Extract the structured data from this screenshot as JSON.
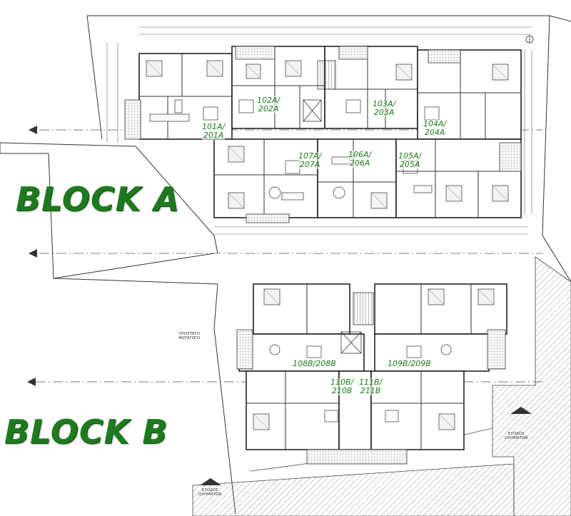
{
  "blocks": {
    "a_title": "BLOCK A",
    "b_title": "BLOCK B"
  },
  "units": {
    "u101": "101A/\n201A",
    "u102": "102A/\n202A",
    "u103": "103A/\n203A",
    "u104": "104A/\n204A",
    "u105": "105A/\n205A",
    "u106": "106A/\n206A",
    "u107": "107A/\n207A",
    "u108": "108B/208B",
    "u109": "109B/209B",
    "u110": "110B/\n210B",
    "u111": "111B/\n211B"
  },
  "notes": {
    "vehicle_exit_1": "ΕΞΟΔΟΣ\nΟΧΗΜΑΤΩΝ",
    "vehicle_exit_2": "ΕΞΟΔΟΣ\nΟΧΗΜΑΤΩΝ",
    "ground_slab": "ΥΠΟΣΤΕΓΟ\nΦΩΤΑΓΩΓΟ"
  },
  "colors": {
    "line": "#2b2b2b",
    "hatch": "#8a8a8a",
    "label_green": "#1a7a1a",
    "title_green": "#1f7a1f"
  }
}
